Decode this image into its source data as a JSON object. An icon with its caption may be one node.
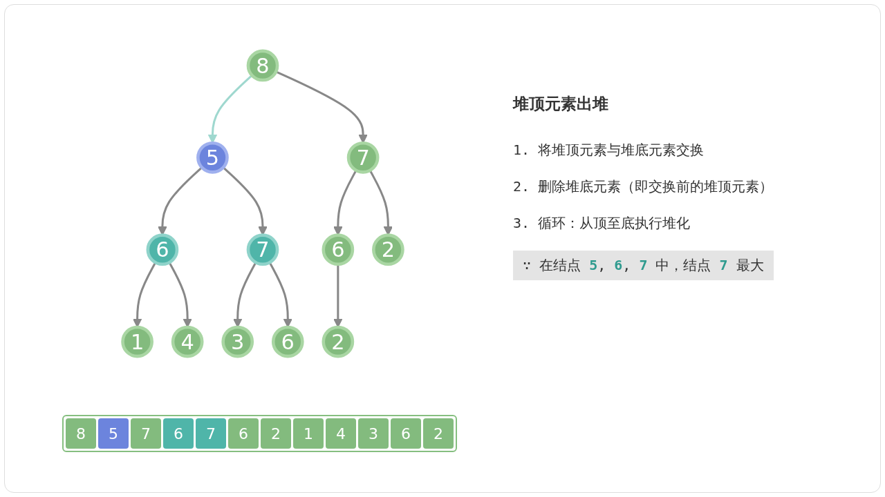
{
  "diagram": {
    "title": "堆顶元素出堆",
    "nodes": [
      {
        "text": [
          "8"
        ]
      },
      {
        "text": [
          "5"
        ]
      },
      {
        "text": [
          "7"
        ]
      },
      {
        "text": [
          "6"
        ]
      },
      {
        "text": [
          "7"
        ]
      },
      {
        "text": [
          "6"
        ]
      },
      {
        "text": [
          "2"
        ]
      },
      {
        "text": [
          "1"
        ]
      },
      {
        "text": [
          "4"
        ]
      },
      {
        "text": [
          "3"
        ]
      },
      {
        "text": [
          "6"
        ]
      },
      {
        "text": [
          "2"
        ]
      }
    ],
    "edges": [
      {
        "from": 0,
        "to": 1,
        "arrow": "to",
        "color": "#9fd8cf"
      },
      {
        "from": 0,
        "to": 2,
        "arrow": "to"
      },
      {
        "from": 1,
        "to": 3,
        "arrow": "to"
      },
      {
        "from": 1,
        "to": 4,
        "arrow": "to"
      },
      {
        "from": 2,
        "to": 5,
        "arrow": "to"
      },
      {
        "from": 2,
        "to": 6,
        "arrow": "to"
      },
      {
        "from": 3,
        "to": 7,
        "arrow": "to"
      },
      {
        "from": 3,
        "to": 8,
        "arrow": "to"
      },
      {
        "from": 4,
        "to": 9,
        "arrow": "to"
      },
      {
        "from": 4,
        "to": 10,
        "arrow": "to"
      },
      {
        "from": 5,
        "to": 11,
        "arrow": "to"
      }
    ],
    "labels": [
      "1. 将堆顶元素与堆底元素交换",
      "2. 删除堆底元素（即交换前的堆顶元素）",
      "3. 循环：从顶至底执行堆化",
      "∵ 在结点 **5**, **6**, **7** 中，结点 **7** 最大",
      "8",
      "5",
      "7",
      "6",
      "7",
      "6",
      "2",
      "1",
      "4",
      "3",
      "6",
      "2"
    ]
  }
}
